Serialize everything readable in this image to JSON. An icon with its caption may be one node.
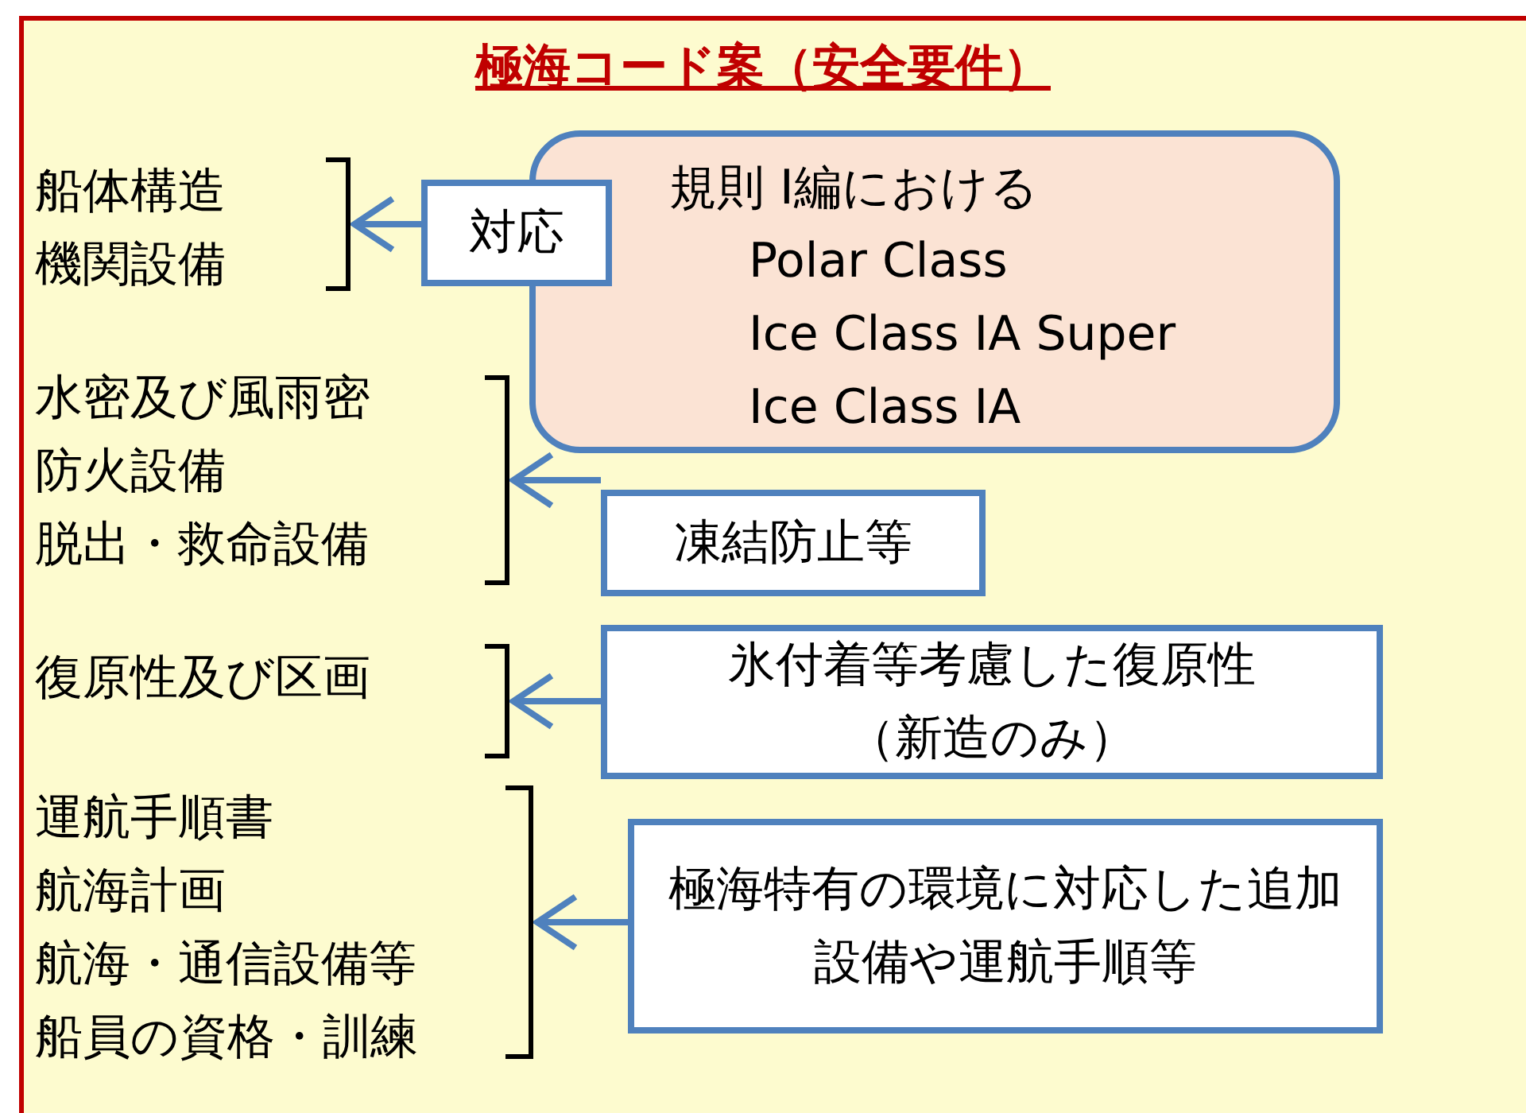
{
  "diagram": {
    "title": "極海コード案（安全要件）",
    "nodes": [
      {
        "text": [
          "船体構造",
          "機関設備"
        ]
      },
      {
        "text": [
          "規則 I編における",
          "Polar Class",
          "Ice Class IA Super",
          "Ice Class IA"
        ]
      },
      {
        "text": [
          "対応"
        ]
      },
      {
        "text": [
          "水密及び風雨密",
          "防火設備",
          "脱出・救命設備"
        ]
      },
      {
        "text": [
          "凍結防止等"
        ]
      },
      {
        "text": [
          "復原性及び区画"
        ]
      },
      {
        "text": [
          "氷付着等考慮した復原性",
          "（新造のみ）"
        ]
      },
      {
        "text": [
          "運航手順書",
          "航海計画",
          "航海・通信設備等",
          "船員の資格・訓練"
        ]
      },
      {
        "text": [
          "極海特有の環境に対応した追加設備や運航手順等"
        ]
      }
    ],
    "edges": [
      {
        "from": 2,
        "to": 0,
        "arrow": "to"
      },
      {
        "from": 4,
        "to": 3,
        "arrow": "to"
      },
      {
        "from": 6,
        "to": 5,
        "arrow": "to"
      },
      {
        "from": 8,
        "to": 7,
        "arrow": "to"
      }
    ]
  }
}
